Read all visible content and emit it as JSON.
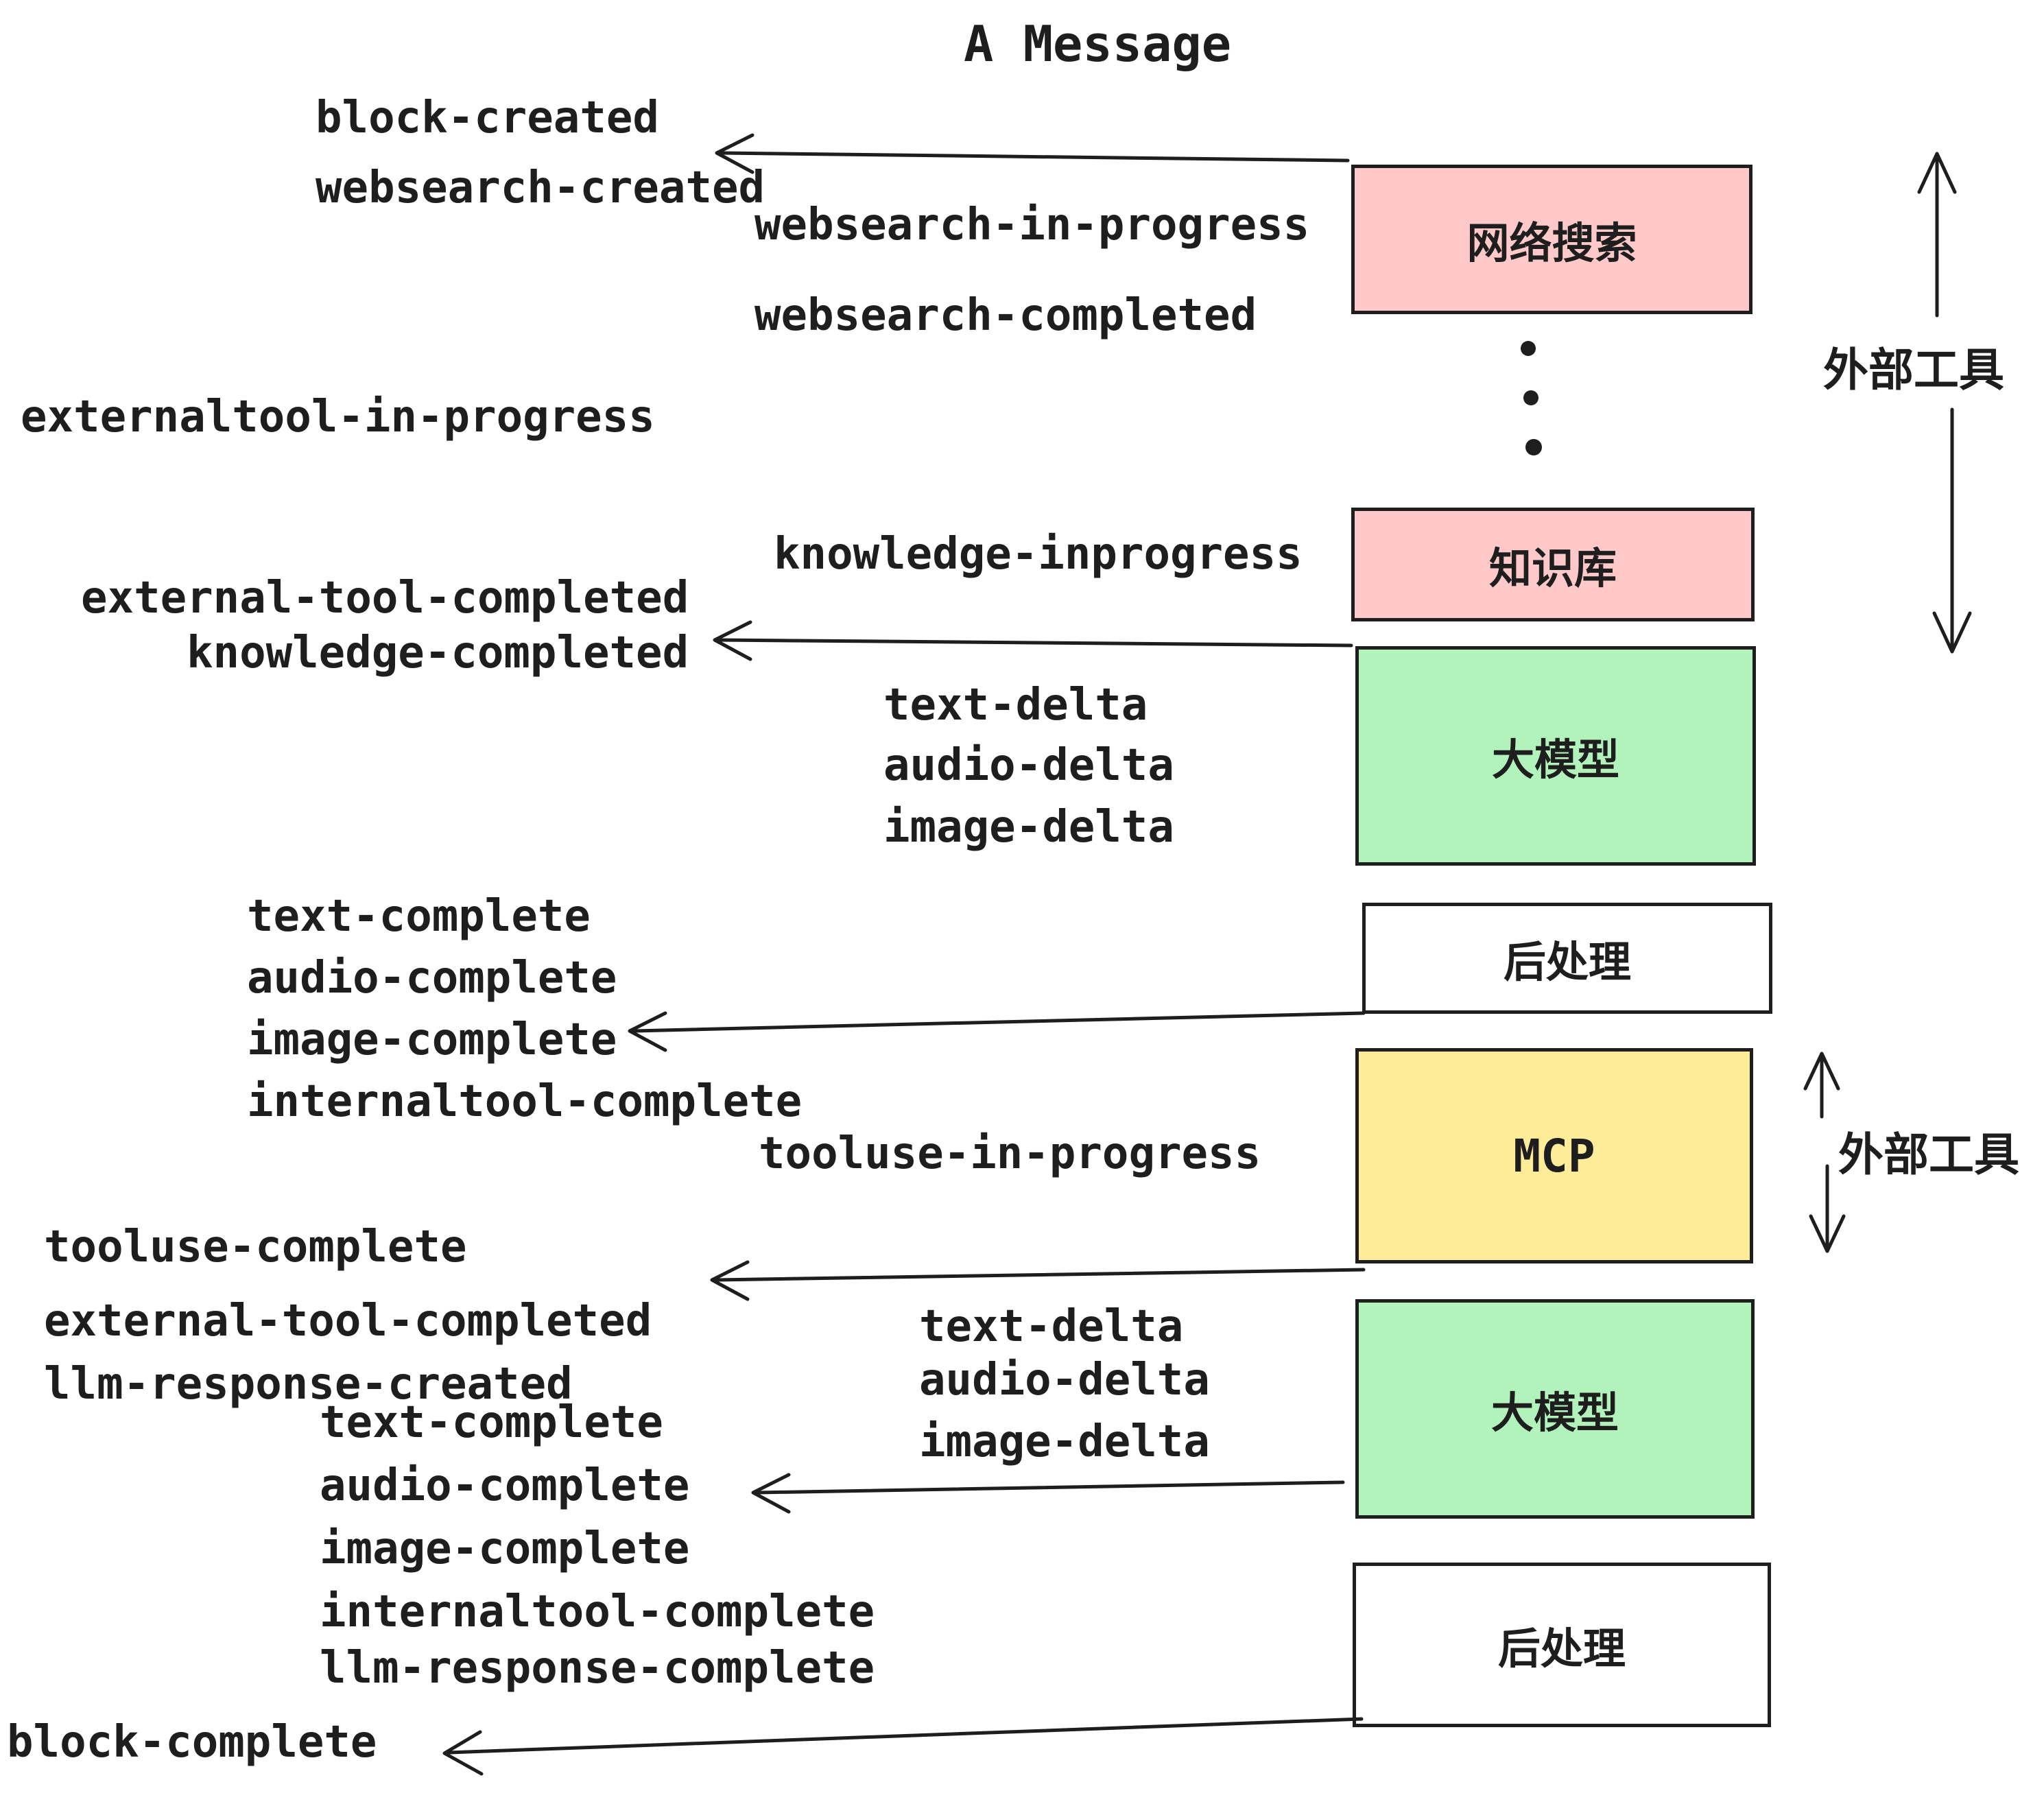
{
  "title": "A Message",
  "colors": {
    "external_tool_fill": "#ffc9c9",
    "llm_fill": "#b2f2bb",
    "mcp_fill": "#ffec99",
    "postprocess_fill": "#ffffff",
    "stroke": "#1e1e1e",
    "background": "#ffffff"
  },
  "boxes": [
    {
      "id": "websearch",
      "label": "网络搜索",
      "color": "#ffc9c9"
    },
    {
      "id": "knowledge",
      "label": "知识库",
      "color": "#ffc9c9"
    },
    {
      "id": "llm-1",
      "label": "大模型",
      "color": "#b2f2bb"
    },
    {
      "id": "postprocess-1",
      "label": "后处理",
      "color": "#ffffff"
    },
    {
      "id": "mcp",
      "label": "MCP",
      "color": "#ffec99"
    },
    {
      "id": "llm-2",
      "label": "大模型",
      "color": "#b2f2bb"
    },
    {
      "id": "postprocess-2",
      "label": "后处理",
      "color": "#ffffff"
    }
  ],
  "side_labels": {
    "external_tools_top": "外部工具",
    "external_tools_mcp": "外部工具"
  },
  "events": {
    "block_created": "block-created",
    "websearch_created": "websearch-created",
    "websearch_in_progress": "websearch-in-progress",
    "websearch_completed": "websearch-completed",
    "externaltool_in_progress": "externaltool-in-progress",
    "external_tool_completed_1": "external-tool-completed",
    "knowledge_completed": "knowledge-completed",
    "knowledge_inprogress": "knowledge-inprogress",
    "text_delta_1": "text-delta",
    "audio_delta_1": "audio-delta",
    "image_delta_1": "image-delta",
    "text_complete_1": "text-complete",
    "audio_complete_1": "audio-complete",
    "image_complete_1": "image-complete",
    "internaltool_complete_1": "internaltool-complete",
    "tooluse_in_progress": "tooluse-in-progress",
    "tooluse_complete": "tooluse-complete",
    "external_tool_completed_2": "external-tool-completed",
    "llm_response_created": "llm-response-created",
    "text_delta_2": "text-delta",
    "audio_delta_2": "audio-delta",
    "image_delta_2": "image-delta",
    "text_complete_2": "text-complete",
    "audio_complete_2": "audio-complete",
    "image_complete_2": "image-complete",
    "internaltool_complete_2": "internaltool-complete",
    "llm_response_complete": "llm-response-complete",
    "block_complete": "block-complete"
  }
}
